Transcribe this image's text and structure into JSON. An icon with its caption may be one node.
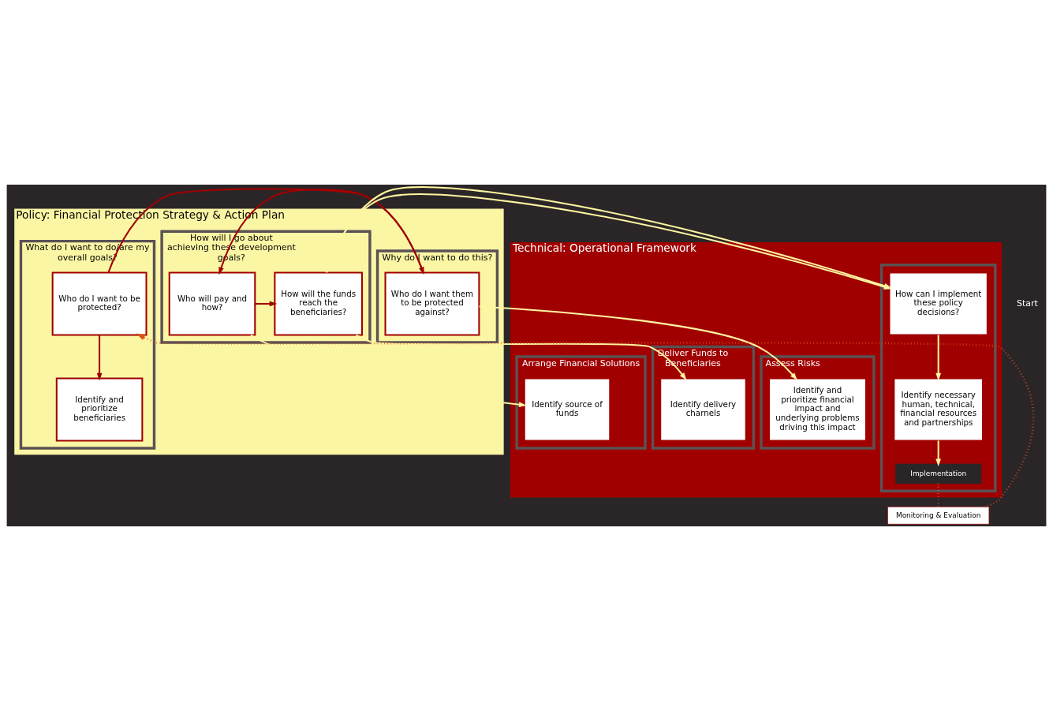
{
  "diagram": {
    "nodes": [
      {
        "text": [
          "Policy: Financial Protection Strategy & Action Plan"
        ]
      },
      {
        "text": [
          "What do I want to do/are my overall goals?"
        ],
        "in": 0
      },
      {
        "text": [
          "Who do I want to be protected?"
        ],
        "in": 1
      },
      {
        "text": [
          "Identify and prioritize beneficiaries"
        ],
        "in": 1
      },
      {
        "text": [
          "Why do I want to do this?"
        ],
        "in": 0
      },
      {
        "text": [
          "Who do I want them to be protected against?"
        ],
        "in": 4
      },
      {
        "text": [
          "How will I go about achieving these development goals?"
        ],
        "in": 0
      },
      {
        "text": [
          "Who will pay and how?"
        ],
        "in": 6
      },
      {
        "text": [
          "How will the funds reach the beneficiaries?"
        ],
        "in": 6
      },
      {
        "text": [
          "Technical: Operational Framework"
        ]
      },
      {
        "text": [
          "Assess Risks"
        ],
        "in": 9
      },
      {
        "text": [
          "Identify and prioritize financial impact and underlying problems driving this impact"
        ],
        "in": 10
      },
      {
        "text": [
          "Arrange Financial Solutions"
        ],
        "in": 9
      },
      {
        "text": [
          "Identify source of funds"
        ],
        "in": 12
      },
      {
        "text": [
          "Deliver Funds to Beneficiaries"
        ],
        "in": 9
      },
      {
        "text": [
          "Identify delivery charnels"
        ],
        "in": 14
      },
      {
        "text": [],
        "shape": "box",
        "in": 9
      },
      {
        "text": [
          "How can I implement these policy decisions?"
        ],
        "in": 16
      },
      {
        "text": [
          "Identify necessary human, technical, financial resources and partnerships"
        ],
        "in": 16
      },
      {
        "text": [
          "Implementation"
        ],
        "in": 16
      },
      {
        "text": [
          "Monitoring & Evaluation"
        ]
      }
    ],
    "edges": [
      {
        "from": 2,
        "to": 5,
        "arrow": "to",
        "color": "#a00000"
      },
      {
        "from": 5,
        "to": 7,
        "arrow": "to",
        "color": "#a00000"
      },
      {
        "from": 7,
        "to": 8,
        "arrow": "to",
        "color": "#a00000"
      },
      {
        "from": 8,
        "to": 17,
        "arrow": "to"
      },
      {
        "from": 2,
        "to": 3,
        "arrow": "to",
        "color": "#a00000"
      },
      {
        "from": 5,
        "to": 11,
        "arrow": "to"
      },
      {
        "from": 7,
        "to": 13,
        "arrow": "to"
      },
      {
        "from": 8,
        "to": 15,
        "arrow": "to"
      },
      {
        "from": 17,
        "to": 18,
        "arrow": "to"
      },
      {
        "from": 18,
        "to": 19,
        "arrow": "to"
      },
      {
        "from": 19,
        "to": 20,
        "arrow": "none",
        "style": "dashed",
        "color": "#d9501a"
      },
      {
        "from": 20,
        "to": 2,
        "arrow": "to",
        "style": "dashed",
        "color": "#d9501a"
      }
    ],
    "labels": [
      "Start"
    ]
  }
}
